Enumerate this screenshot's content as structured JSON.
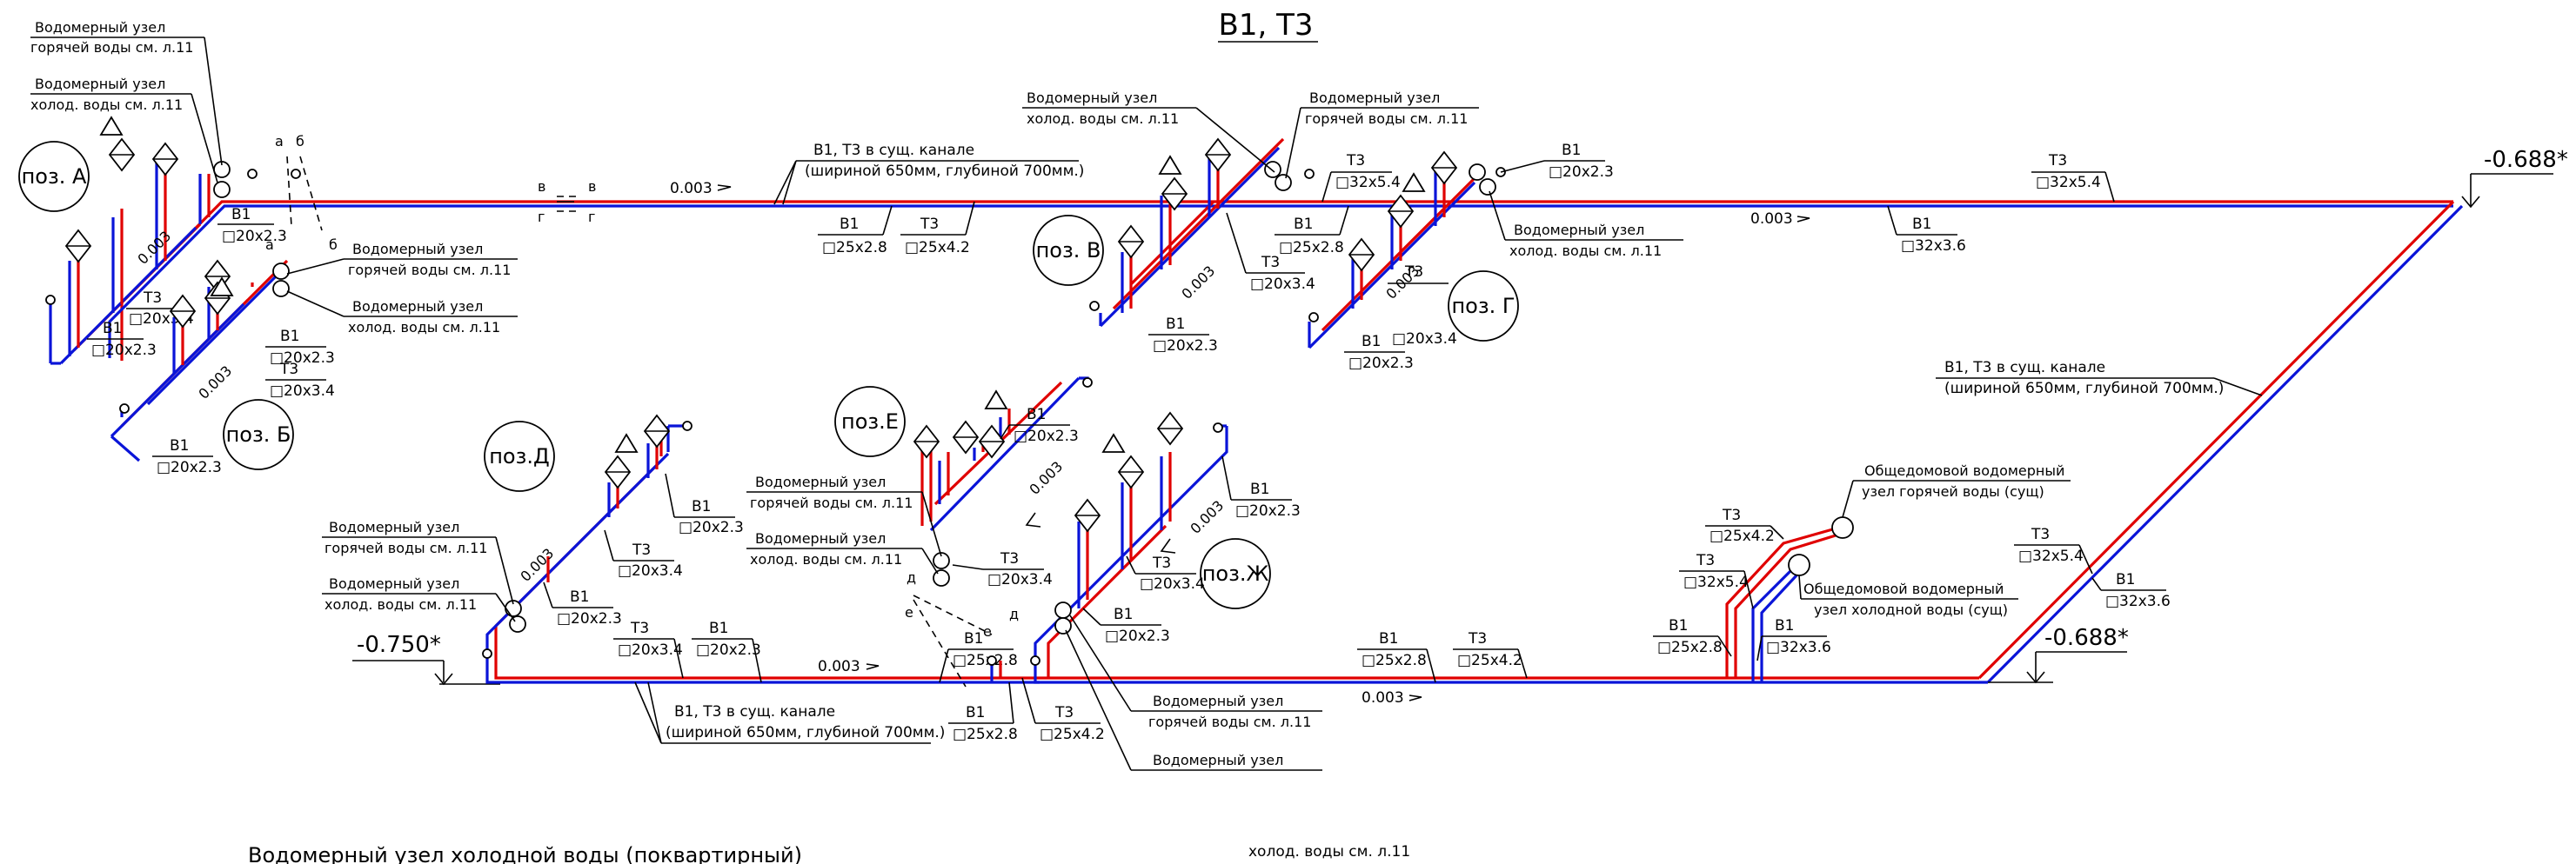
{
  "title": "В1, Т3",
  "levels": {
    "left": "-0.750*",
    "mid": "-0.688*",
    "right": "-0.688*"
  },
  "slope": "0.003",
  "positions": {
    "A": "поз. А",
    "B": "поз. Б",
    "V": "поз. В",
    "G": "поз. Г",
    "D": "поз.Д",
    "E": "поз.Е",
    "Zh": "поз.Ж"
  },
  "node_labels": {
    "hot_1": "Водомерный узел",
    "hot_2": "горячей воды см. л.11",
    "cold_1": "Водомерный узел",
    "cold_2": "холод. воды см. л.11",
    "house_hot_1": "Общедомовой водомерный",
    "house_hot_2": "узел горячей воды (сущ)",
    "house_cold_1": "Общедомовой водомерный",
    "house_cold_2": "узел холодной воды (сущ)"
  },
  "channel": {
    "line1": "В1, Т3 в сущ. канале",
    "line2": "(шириной 650мм, глубиной 700мм.)"
  },
  "pipes": {
    "b1": "В1",
    "t3": "Т3",
    "d20x2_3": "□20х2.3",
    "d20x3_4": "□20х3.4",
    "d25x2_8": "□25х2.8",
    "d25x4_2": "□25х4.2",
    "d32x3_6": "□32х3.6",
    "d32x5_4": "□32х5.4"
  },
  "break_marks": {
    "a": "а",
    "b": "б",
    "v": "в",
    "g": "г",
    "d": "д",
    "e": "е"
  },
  "bottom": {
    "text1": "Водомерный узел холодной воды (поквартирный)",
    "text2": "холод. воды см. л.11"
  }
}
